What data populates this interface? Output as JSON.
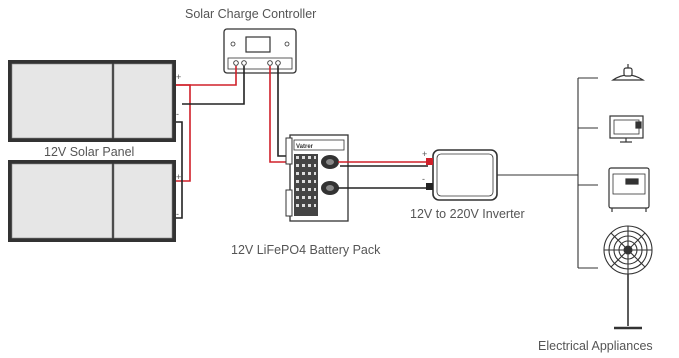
{
  "labels": {
    "controller": "Solar Charge Controller",
    "solar_panel": "12V Solar Panel",
    "battery": "12V LiFePO4 Battery Pack",
    "inverter": "12V to 220V Inverter",
    "appliances": "Electrical Appliances"
  },
  "terminals": {
    "panel_top_pos": "+",
    "panel_top_neg": "-",
    "panel_bottom_pos": "+",
    "panel_bottom_neg": "-",
    "inverter_pos": "+",
    "inverter_neg": "-"
  },
  "battery_brand": "Vatrer",
  "colors": {
    "positive_wire": "#d0202a",
    "negative_wire": "#222222",
    "panel_fill": "#e6e6e6",
    "outline": "#333333"
  }
}
